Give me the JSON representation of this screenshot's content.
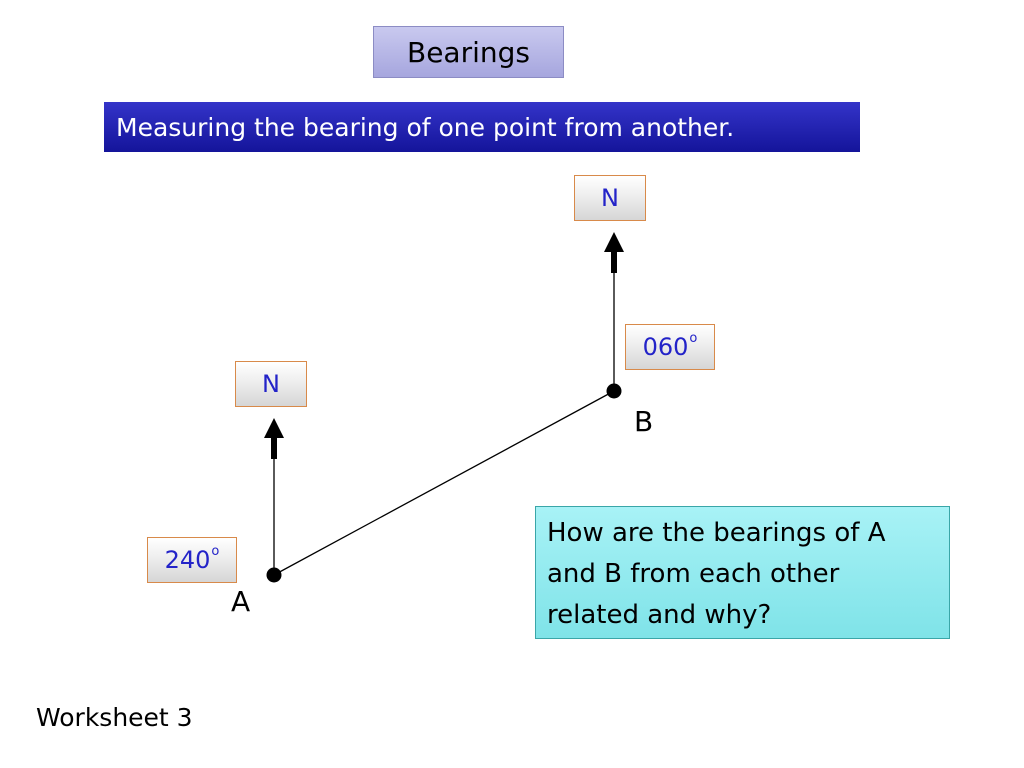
{
  "title": "Bearings",
  "subtitle": "Measuring the bearing of one point from another.",
  "points": {
    "a": {
      "label": "A",
      "north_label": "N",
      "bearing": "240",
      "degree_symbol": "o"
    },
    "b": {
      "label": "B",
      "north_label": "N",
      "bearing": "060",
      "degree_symbol": "o"
    }
  },
  "question": "How are the bearings of A and B from each other related and why?",
  "footer": "Worksheet 3",
  "colors": {
    "title_bg": "#b4b4e6",
    "subtitle_bg": "#1e1eaa",
    "tag_text": "#2323c8",
    "tag_border": "#d88a4a",
    "question_bg": "#8ee8ec"
  }
}
